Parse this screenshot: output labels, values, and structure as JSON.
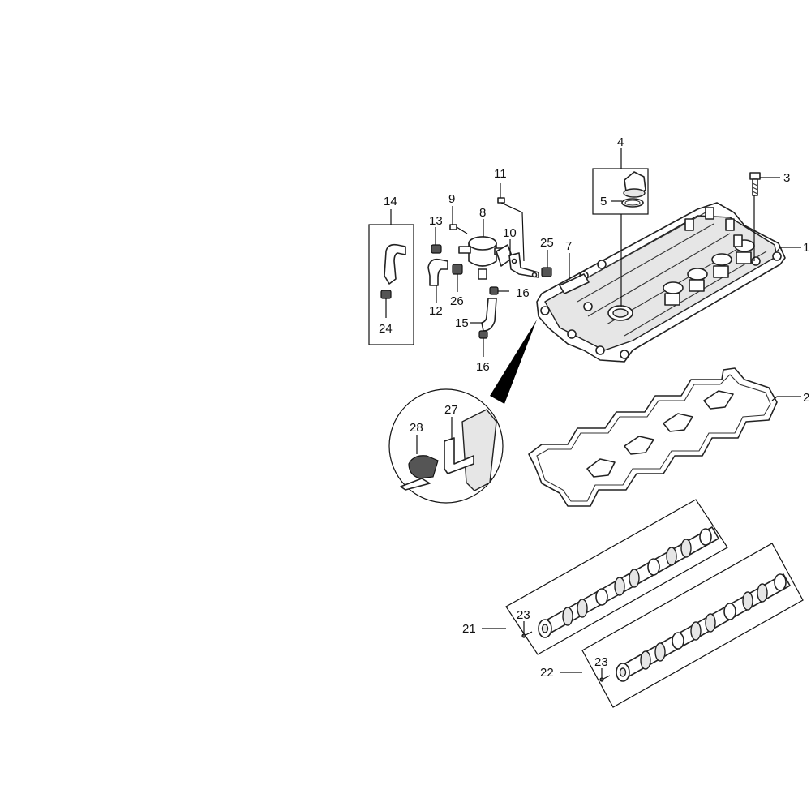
{
  "callouts": {
    "c1": "1",
    "c2": "2",
    "c3": "3",
    "c4": "4",
    "c5": "5",
    "c7": "7",
    "c8": "8",
    "c9": "9",
    "c10": "10",
    "c11": "11",
    "c12": "12",
    "c13": "13",
    "c14": "14",
    "c15": "15",
    "c16a": "16",
    "c16b": "16",
    "c21": "21",
    "c22": "22",
    "c23a": "23",
    "c23b": "23",
    "c24": "24",
    "c25": "25",
    "c26": "26",
    "c27": "27",
    "c28": "28"
  }
}
